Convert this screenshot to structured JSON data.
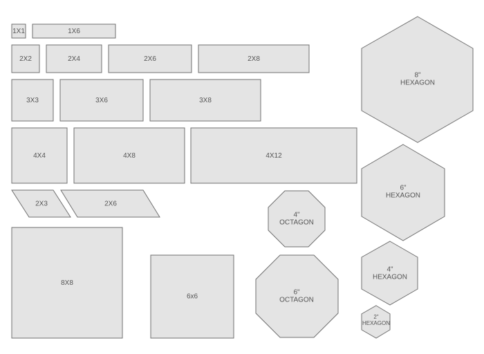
{
  "tiles": {
    "t1x1": "1X1",
    "t1x6": "1X6",
    "t2x2": "2X2",
    "t2x4": "2X4",
    "t2x6": "2X6",
    "t2x8": "2X8",
    "t3x3": "3X3",
    "t3x6": "3X6",
    "t3x8": "3X8",
    "t4x4": "4X4",
    "t4x8": "4X8",
    "t4x12": "4X12",
    "p2x3": "2X3",
    "p2x6": "2X6",
    "t8x8": "8X8",
    "t6x6": "6x6",
    "oct4": {
      "line1": "4\"",
      "line2": "OCTAGON"
    },
    "oct6": {
      "line1": "6\"",
      "line2": "OCTAGON"
    },
    "hex8": {
      "line1": "8\"",
      "line2": "HEXAGON"
    },
    "hex6": {
      "line1": "6\"",
      "line2": "HEXAGON"
    },
    "hex4": {
      "line1": "4\"",
      "line2": "HEXAGON"
    },
    "hex2": {
      "line1": "2\"",
      "line2": "HEXAGON"
    }
  },
  "colors": {
    "fill": "#e4e4e4",
    "stroke": "#6f6f6f",
    "text": "#555555"
  }
}
